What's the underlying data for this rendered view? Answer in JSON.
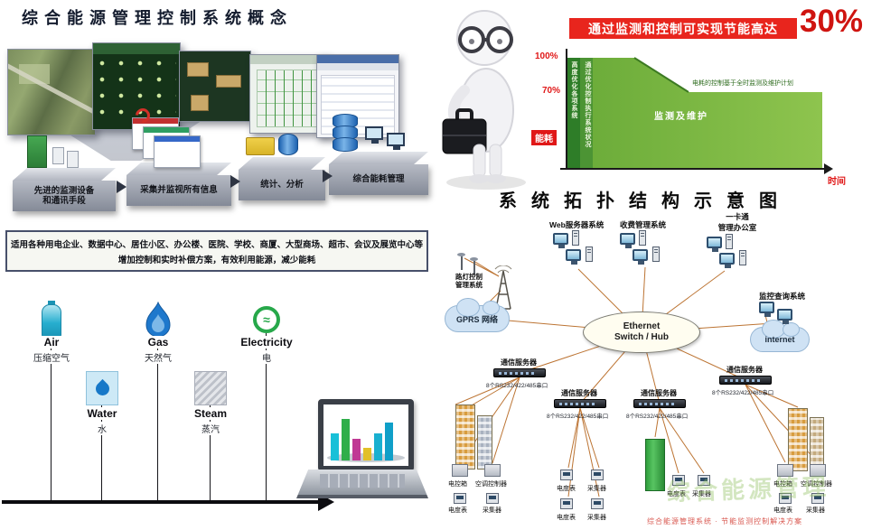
{
  "colors": {
    "accent_red": "#e8251d",
    "accent_green": "#5aa62e",
    "platform_gray": "#9aa0ac",
    "line_orange": "#b5651d"
  },
  "left": {
    "title": "综合能源管理控制系统概念",
    "flow": [
      {
        "line1": "先进的监测设备",
        "line2": "和通讯手段"
      },
      {
        "line1": "采集并监视所有信息",
        "line2": ""
      },
      {
        "line1": "统计、分析",
        "line2": ""
      },
      {
        "line1": "综合能耗管理",
        "line2": ""
      }
    ],
    "scope_line1": "适用各种用电企业、数据中心、居住小区、办公楼、医院、学校、商厦、大型商场、超市、会议及展览中心等",
    "scope_line2": "增加控制和实时补偿方案，有效利用能源，减少能耗",
    "energies": [
      {
        "name": "Air",
        "zh": "压缩空气",
        "icon": "air-tank-icon"
      },
      {
        "name": "Gas",
        "zh": "天然气",
        "icon": "flame-icon"
      },
      {
        "name": "Electricity",
        "zh": "电",
        "icon": "sine-wave-icon",
        "glyph": "≈"
      },
      {
        "name": "Water",
        "zh": "水",
        "icon": "water-drop-icon"
      },
      {
        "name": "Steam",
        "zh": "蒸汽",
        "icon": "steam-pattern-icon"
      }
    ]
  },
  "savings": {
    "headline": "通过监测和控制可实现节能高达",
    "value": "30%",
    "y100": "100%",
    "y70": "70%",
    "ylabel": "能耗",
    "xlabel": "时间",
    "band1": "高度优化各项系统",
    "band2": "通过优化控制执行系统状况",
    "area_label": "监测及维护",
    "note": "电耗的控制基于全时监测及维护计划"
  },
  "chart_data": {
    "type": "area",
    "title": "通过监测和控制可实现节能高达30%",
    "ylabel": "能耗",
    "xlabel": "时间",
    "ylim": [
      0,
      100
    ],
    "points": [
      {
        "x": 0.0,
        "y": 100
      },
      {
        "x": 0.27,
        "y": 100
      },
      {
        "x": 0.47,
        "y": 70
      },
      {
        "x": 1.0,
        "y": 70
      }
    ],
    "annotations": [
      "100%",
      "70%",
      "监测及维护"
    ]
  },
  "topology": {
    "title": "系统拓扑结构示意图",
    "hub": {
      "line1": "Ethernet",
      "line2": "Switch / Hub"
    },
    "gprs_label": "GPRS 网络",
    "internet_label": "internet",
    "web_server_label": "Web服务器系统",
    "fee_system_label": "收费管理系统",
    "card_office_line1": "一卡通",
    "card_office_line2": "管理办公室",
    "monitor_system_label": "监控查询系统",
    "street_light_line1": "路灯控制",
    "street_light_line2": "管理系统",
    "comm_server_label": "通信服务器",
    "ports_label": "8个RS232/422/485串口",
    "devices": {
      "control_box": "电控箱",
      "ac_controller": "空调控制器",
      "meter": "电度表",
      "collector": "采集器"
    }
  },
  "watermark": {
    "big": "综合能源管理",
    "small": "综合能源管理系统 · 节能监测控制解决方案"
  }
}
